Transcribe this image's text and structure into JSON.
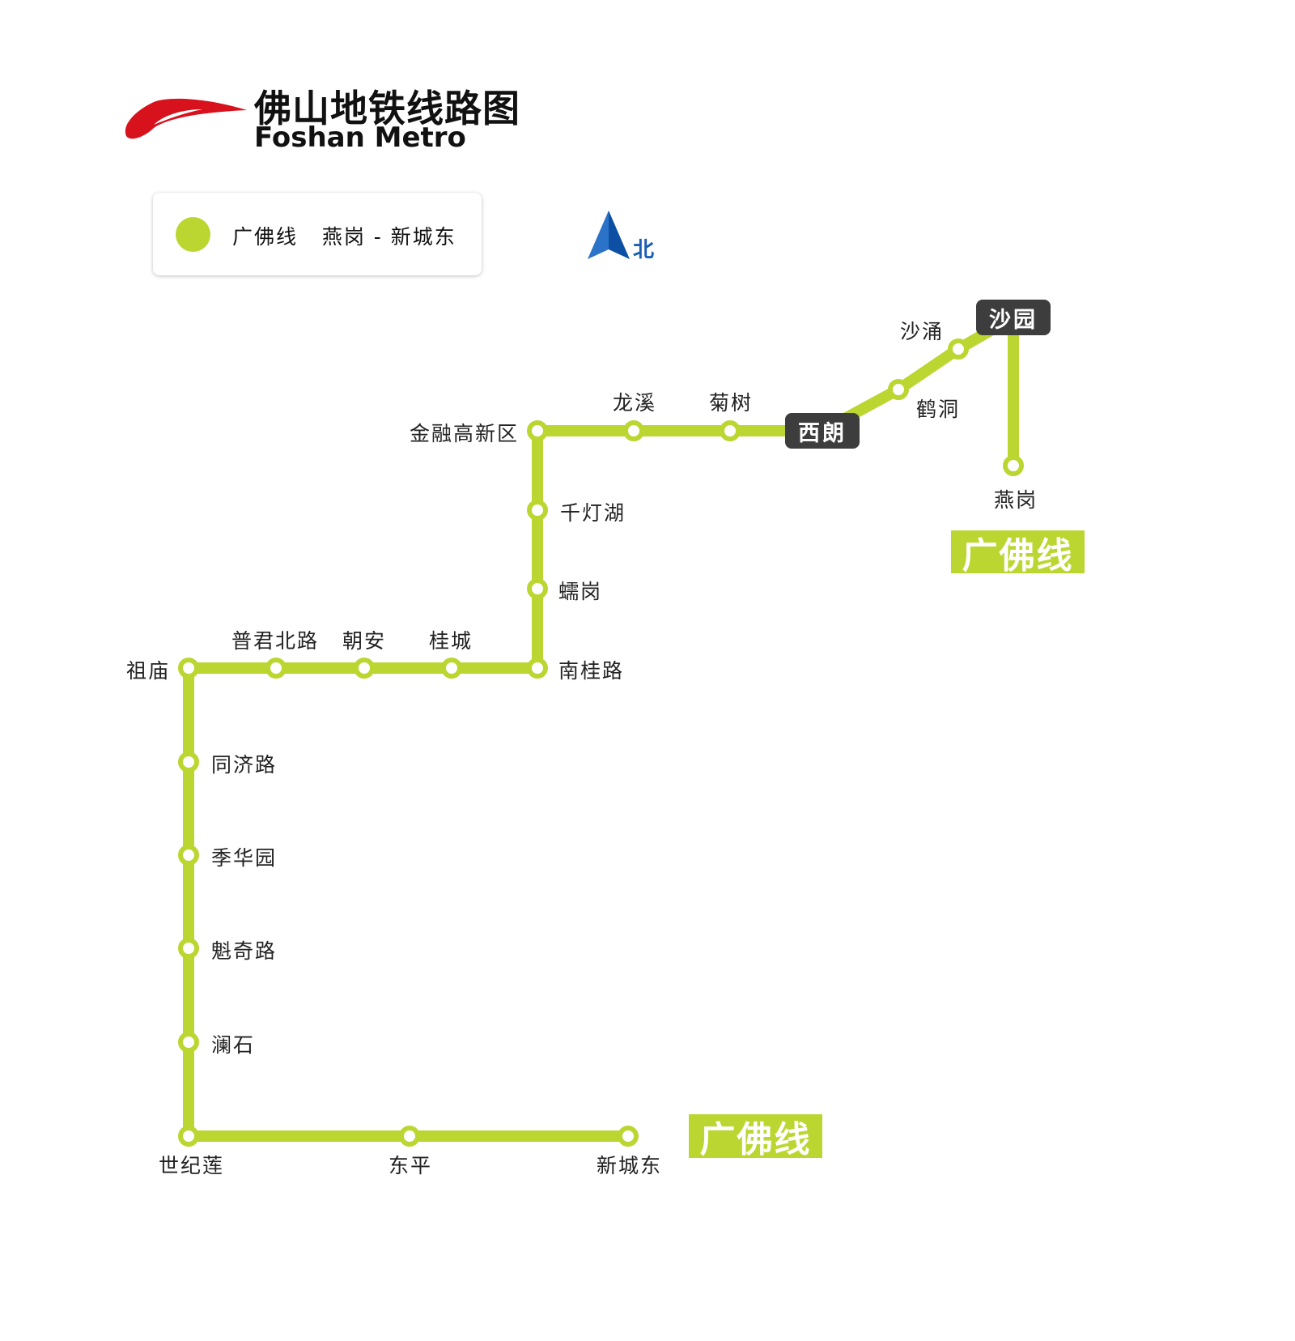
{
  "header": {
    "title": "佛山地铁线路图",
    "subtitle": "Foshan Metro"
  },
  "legend": {
    "text": "广佛线   燕岗 - 新城东",
    "color": "#BCD631"
  },
  "compass": {
    "label": "北"
  },
  "line": {
    "name": "广佛线",
    "color": "#BCD631",
    "badge_labels": [
      "广佛线",
      "广佛线"
    ]
  },
  "stations": [
    {
      "name": "燕岗",
      "interchange": false
    },
    {
      "name": "沙园",
      "interchange": true
    },
    {
      "name": "沙涌",
      "interchange": false
    },
    {
      "name": "鹤洞",
      "interchange": false
    },
    {
      "name": "西朗",
      "interchange": true
    },
    {
      "name": "菊树",
      "interchange": false
    },
    {
      "name": "龙溪",
      "interchange": false
    },
    {
      "name": "金融高新区",
      "interchange": false
    },
    {
      "name": "千灯湖",
      "interchange": false
    },
    {
      "name": "蠕岗",
      "interchange": false
    },
    {
      "name": "南桂路",
      "interchange": false
    },
    {
      "name": "桂城",
      "interchange": false
    },
    {
      "name": "朝安",
      "interchange": false
    },
    {
      "name": "普君北路",
      "interchange": false
    },
    {
      "name": "祖庙",
      "interchange": false
    },
    {
      "name": "同济路",
      "interchange": false
    },
    {
      "name": "季华园",
      "interchange": false
    },
    {
      "name": "魁奇路",
      "interchange": false
    },
    {
      "name": "澜石",
      "interchange": false
    },
    {
      "name": "世纪莲",
      "interchange": false
    },
    {
      "name": "东平",
      "interchange": false
    },
    {
      "name": "新城东",
      "interchange": false
    }
  ]
}
